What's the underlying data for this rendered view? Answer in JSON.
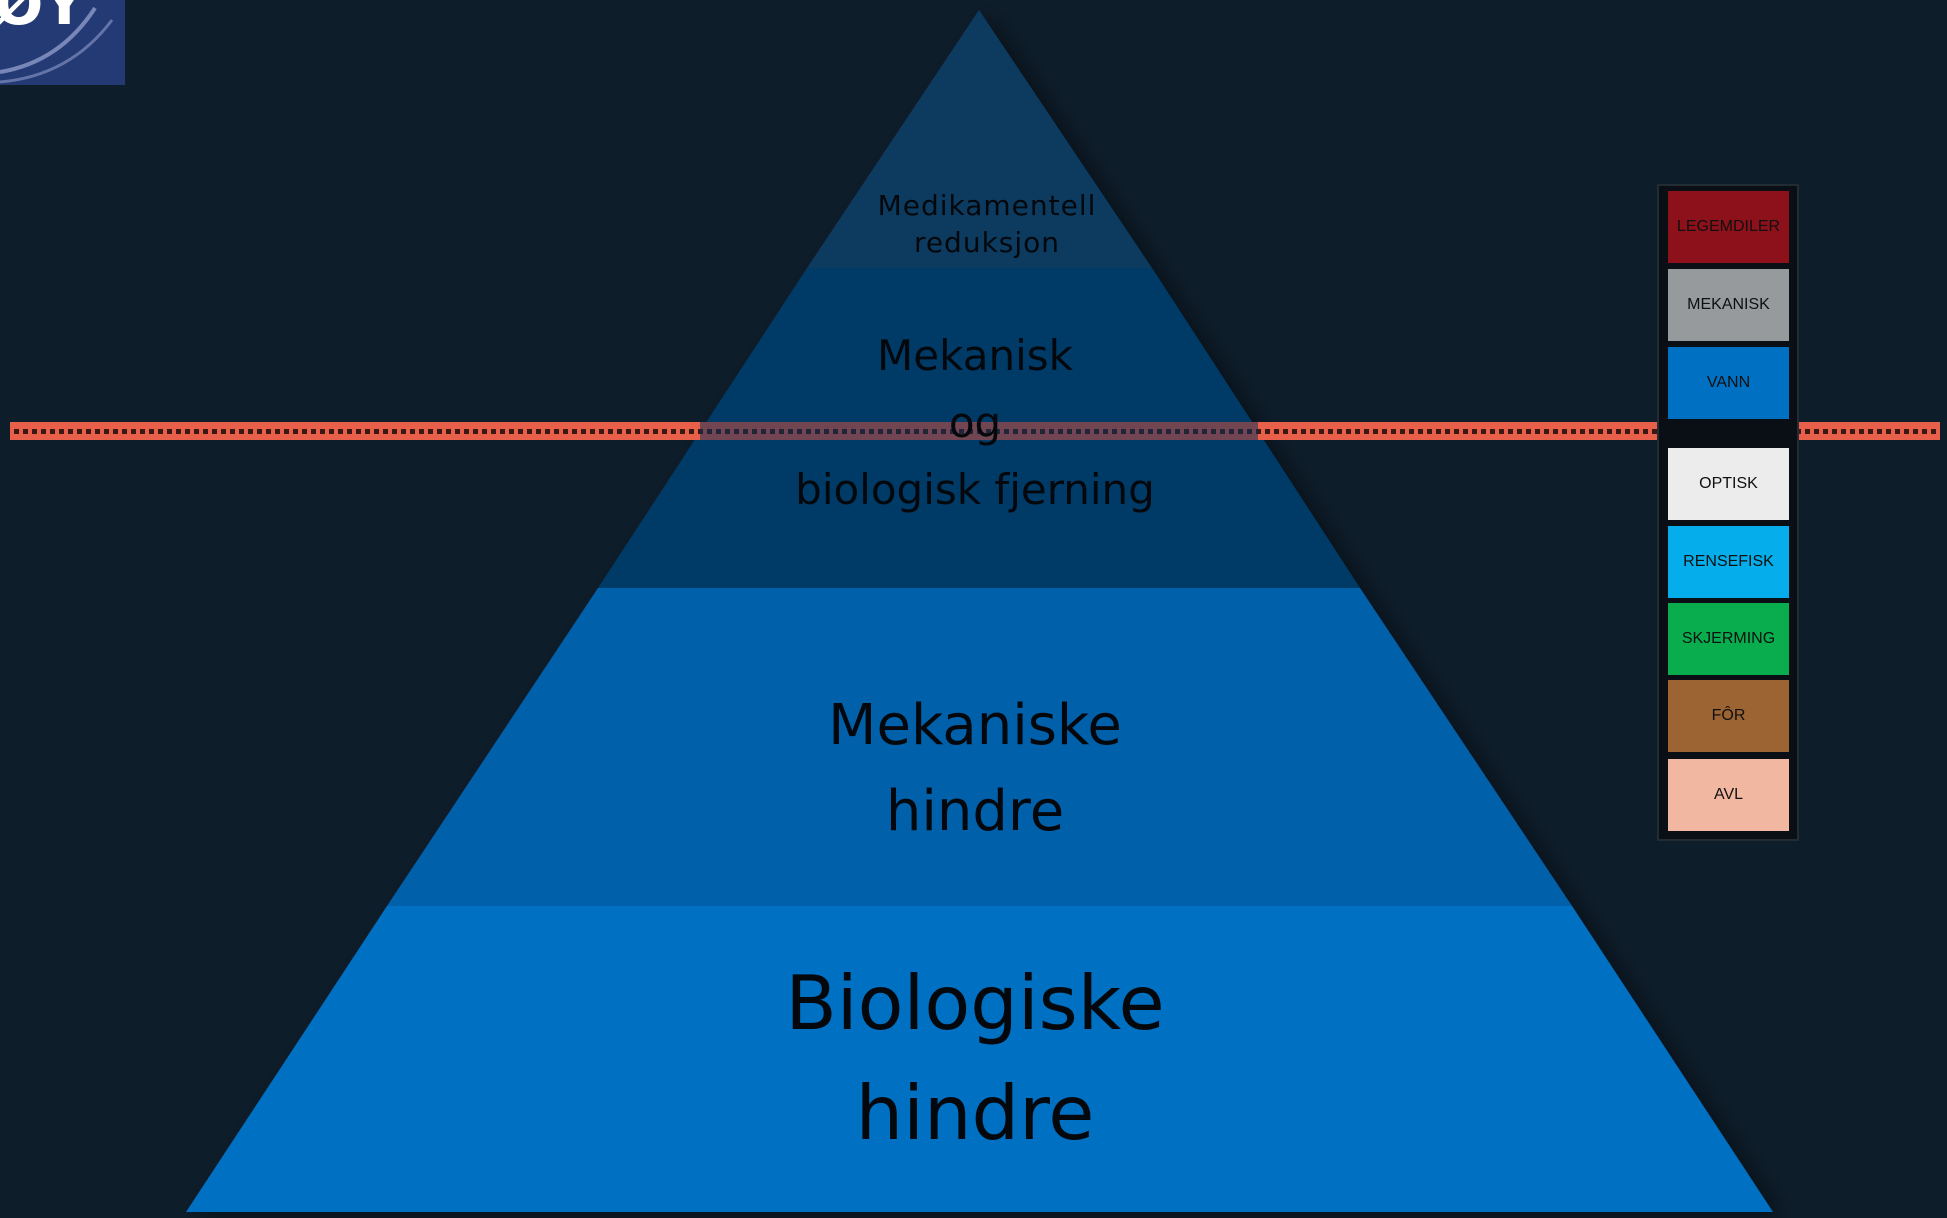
{
  "logo": {
    "text": "ØY",
    "background": "#233a75"
  },
  "pyramid": {
    "tiers": [
      {
        "lines": [
          "Medikamentell",
          "reduksjon"
        ],
        "color": "#0c3a5e"
      },
      {
        "lines": [
          "Mekanisk",
          "og",
          "biologisk fjerning"
        ],
        "color": "#053b67"
      },
      {
        "lines": [
          "Mekaniske",
          "hindre"
        ],
        "color": "#0060aa"
      },
      {
        "lines": [
          "Biologiske",
          "hindre"
        ],
        "color": "#0070c2"
      }
    ]
  },
  "threshold_line": {
    "color": "#e8604a"
  },
  "legend": {
    "items": [
      {
        "label": "LEGEMDILER",
        "color": "#8c111a"
      },
      {
        "label": "MEKANISK",
        "color": "#969a9c"
      },
      {
        "label": "VANN",
        "color": "#0070c2"
      },
      {
        "label": "OPTISK",
        "color": "#ececec"
      },
      {
        "label": "RENSEFISK",
        "color": "#05aeea"
      },
      {
        "label": "SKJERMING",
        "color": "#09ad4e"
      },
      {
        "label": "FÔR",
        "color": "#9b6432"
      },
      {
        "label": "AVL",
        "color": "#f2b7a1"
      }
    ]
  }
}
